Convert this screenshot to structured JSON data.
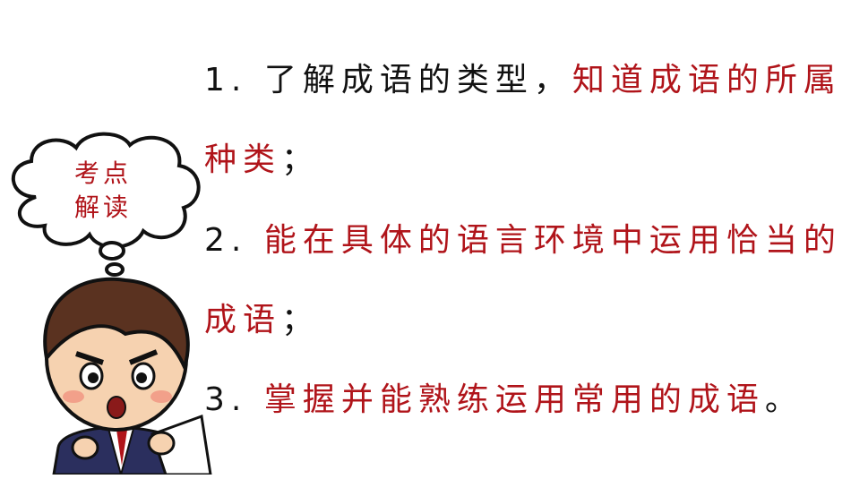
{
  "bubble": {
    "line1": "考点",
    "line2": "解读"
  },
  "points": [
    {
      "num": "1.",
      "black": "了解成语的类型，",
      "red": "知道成语的所属",
      "cont_red": "种类",
      "cont_black": "；"
    },
    {
      "num": "2.",
      "red": "能在具体的语言环境中运用恰当的",
      "cont_red": "成语",
      "cont_black": "；"
    },
    {
      "num": "3.",
      "red": "掌握并能熟练运用常用的成语",
      "end": "。"
    }
  ],
  "colors": {
    "accent": "#b0141a",
    "text": "#111111"
  }
}
